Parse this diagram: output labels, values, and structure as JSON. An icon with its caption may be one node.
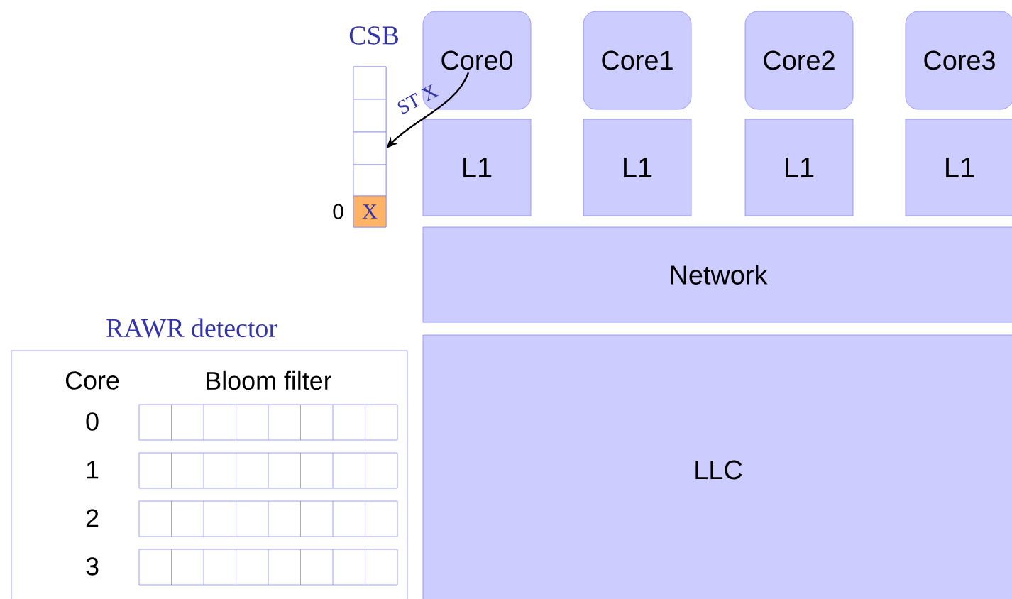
{
  "diagram": {
    "nodes": [
      {
        "text": [
          "Core0"
        ]
      },
      {
        "text": [
          "Core1"
        ]
      },
      {
        "text": [
          "Core2"
        ]
      },
      {
        "text": [
          "Core3"
        ]
      },
      {
        "text": [
          "L1"
        ]
      },
      {
        "text": [
          "L1"
        ]
      },
      {
        "text": [
          "L1"
        ]
      },
      {
        "text": [
          "L1"
        ]
      },
      {
        "text": [
          "Network"
        ]
      },
      {
        "text": [
          "LLC"
        ]
      },
      {
        "text": [
          "CSB"
        ]
      },
      {
        "text": [],
        "shape": "box",
        "in": 10
      },
      {
        "text": [],
        "shape": "box",
        "in": 10
      },
      {
        "text": [],
        "shape": "box",
        "in": 10
      },
      {
        "text": [],
        "shape": "box",
        "in": 10
      },
      {
        "text": [
          "X"
        ],
        "beside": [
          "0"
        ],
        "in": 10
      },
      {
        "text": [
          "RAWR detector",
          "Core",
          "Bloom filter",
          "0",
          "1",
          "2",
          "3"
        ]
      }
    ],
    "edges": [
      {
        "from": 0,
        "to": 13,
        "arrow": "to",
        "label": "ST X"
      }
    ]
  }
}
